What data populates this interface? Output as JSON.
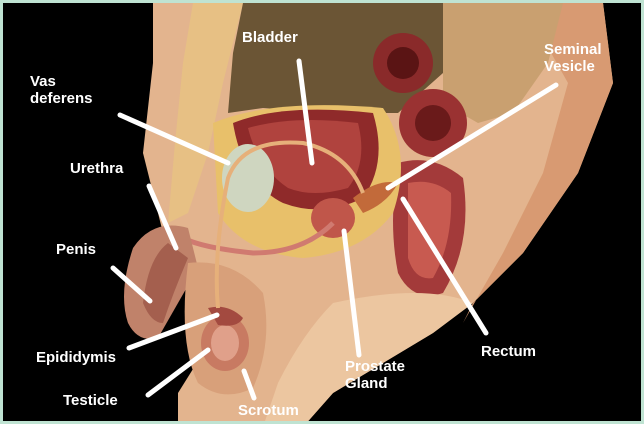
{
  "labels": {
    "bladder": "Bladder",
    "seminal_vesicle": "Seminal Vesicle",
    "vas_deferens": "Vas deferens",
    "urethra": "Urethra",
    "penis": "Penis",
    "epididymis": "Epididymis",
    "testicle": "Testicle",
    "scrotum": "Scrotum",
    "prostate_gland": "Prostate Gland",
    "rectum": "Rectum"
  }
}
